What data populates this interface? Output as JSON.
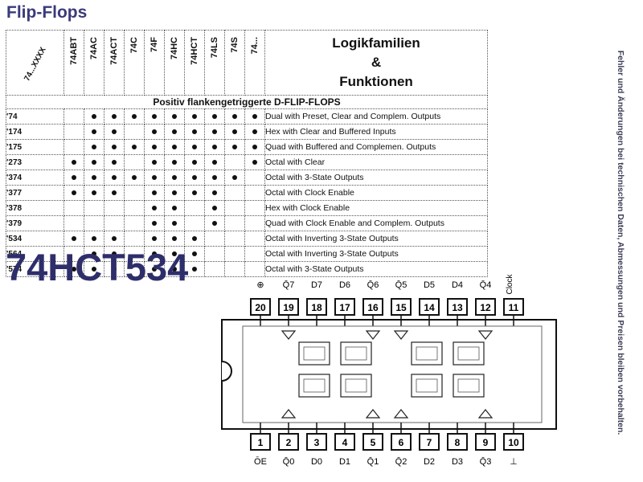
{
  "header": {
    "title": "Flip-Flops"
  },
  "side_note": "Fehler und Änderungen bei technischen Daten, Abmessungen und Preisen bleiben vorbehalten.",
  "table": {
    "corner_label": "74...XXXX",
    "families": [
      "74ABT",
      "74AC",
      "74ACT",
      "74C",
      "74F",
      "74HC",
      "74HCT",
      "74LS",
      "74S",
      "74..."
    ],
    "desc_header": [
      "Logikfamilien",
      "&",
      "Funktionen"
    ],
    "section": "Positiv flankengetriggerte D-FLIP-FLOPS",
    "rows": [
      {
        "type": "'74",
        "marks": [
          0,
          1,
          1,
          1,
          1,
          1,
          1,
          1,
          1,
          1
        ],
        "desc": "Dual with Preset, Clear and Complem. Outputs"
      },
      {
        "type": "'174",
        "marks": [
          0,
          1,
          1,
          0,
          1,
          1,
          1,
          1,
          1,
          1
        ],
        "desc": "Hex with Clear and Buffered Inputs"
      },
      {
        "type": "'175",
        "marks": [
          0,
          1,
          1,
          1,
          1,
          1,
          1,
          1,
          1,
          1
        ],
        "desc": "Quad with Buffered and Complemen. Outputs"
      },
      {
        "type": "'273",
        "marks": [
          1,
          1,
          1,
          0,
          1,
          1,
          1,
          1,
          0,
          1
        ],
        "desc": "Octal with Clear"
      },
      {
        "type": "'374",
        "marks": [
          1,
          1,
          1,
          1,
          1,
          1,
          1,
          1,
          1,
          0
        ],
        "desc": "Octal with 3-State Outputs"
      },
      {
        "type": "'377",
        "marks": [
          1,
          1,
          1,
          0,
          1,
          1,
          1,
          1,
          0,
          0
        ],
        "desc": "Octal with Clock Enable"
      },
      {
        "type": "'378",
        "marks": [
          0,
          0,
          0,
          0,
          1,
          1,
          0,
          1,
          0,
          0
        ],
        "desc": "Hex with Clock Enable"
      },
      {
        "type": "'379",
        "marks": [
          0,
          0,
          0,
          0,
          1,
          1,
          0,
          1,
          0,
          0
        ],
        "desc": "Quad with Clock Enable and Complem. Outputs"
      },
      {
        "type": "'534",
        "marks": [
          1,
          1,
          1,
          0,
          1,
          1,
          1,
          0,
          0,
          0
        ],
        "desc": "Octal with Inverting 3-State Outputs"
      },
      {
        "type": "'564",
        "marks": [
          0,
          1,
          1,
          0,
          1,
          1,
          1,
          0,
          0,
          0
        ],
        "desc": "Octal with Inverting 3-State Outputs"
      },
      {
        "type": "'574",
        "marks": [
          1,
          1,
          1,
          0,
          1,
          1,
          1,
          0,
          0,
          0
        ],
        "desc": "Octal with 3-State Outputs"
      }
    ]
  },
  "part_number": "74HCT534",
  "pinout": {
    "top_pins": [
      {
        "num": "20",
        "label": "⊕"
      },
      {
        "num": "19",
        "label": "Q̄7"
      },
      {
        "num": "18",
        "label": "D7"
      },
      {
        "num": "17",
        "label": "D6"
      },
      {
        "num": "16",
        "label": "Q̄6"
      },
      {
        "num": "15",
        "label": "Q̄5"
      },
      {
        "num": "14",
        "label": "D5"
      },
      {
        "num": "13",
        "label": "D4"
      },
      {
        "num": "12",
        "label": "Q̄4"
      },
      {
        "num": "11",
        "label": "Clock"
      }
    ],
    "bottom_pins": [
      {
        "num": "1",
        "label": "ŌE"
      },
      {
        "num": "2",
        "label": "Q̄0"
      },
      {
        "num": "3",
        "label": "D0"
      },
      {
        "num": "4",
        "label": "D1"
      },
      {
        "num": "5",
        "label": "Q̄1"
      },
      {
        "num": "6",
        "label": "Q̄2"
      },
      {
        "num": "7",
        "label": "D2"
      },
      {
        "num": "8",
        "label": "D3"
      },
      {
        "num": "9",
        "label": "Q̄3"
      },
      {
        "num": "10",
        "label": "⊥"
      }
    ]
  }
}
